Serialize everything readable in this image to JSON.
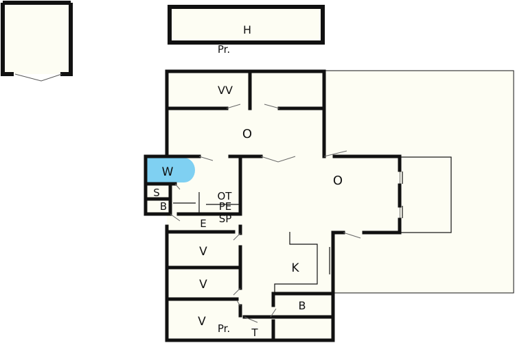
{
  "colors": {
    "wall": "#111111",
    "floor": "#fdfdf3",
    "bath_highlight": "#7fd0f2",
    "terrace": "#fdfdf3"
  },
  "rooms": {
    "top_left_room": "",
    "h": "H",
    "pr_top": "Pr.",
    "vv": "VV",
    "o_upper": "O",
    "w": "W",
    "o_main": "O",
    "s": "S",
    "b_small": "B",
    "ot": "OT",
    "pe": "PE",
    "sp": "SP",
    "e": "E",
    "v1": "V",
    "v2": "V",
    "v3": "V",
    "pr_bottom": "Pr.",
    "k": "K",
    "b_right": "B",
    "t": "T"
  }
}
